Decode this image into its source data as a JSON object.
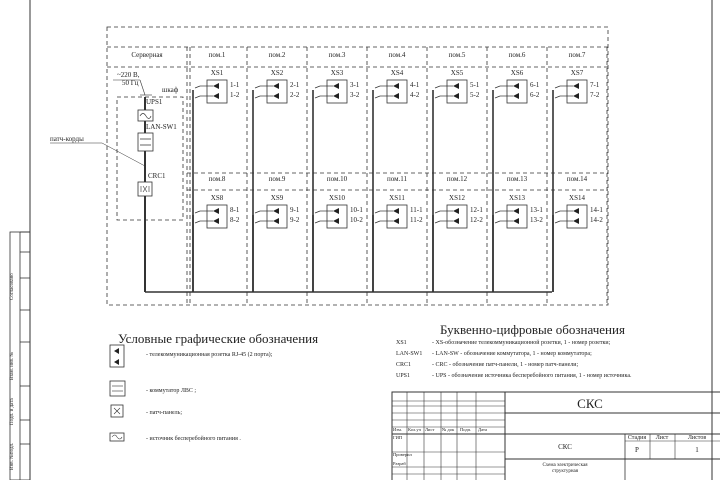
{
  "server": {
    "room": "Серверная",
    "power_line1": "~220 В,",
    "power_line2": "50 Гц",
    "cabinet": "шкаф",
    "ups": "UPS1",
    "switch": "LAN-SW1",
    "patch_panel": "CRC1",
    "patch_cords": "патч-корды"
  },
  "rooms_top": [
    {
      "room": "пом.1",
      "socket": "XS1",
      "ports": [
        "1-1",
        "1-2"
      ]
    },
    {
      "room": "пом.2",
      "socket": "XS2",
      "ports": [
        "2-1",
        "2-2"
      ]
    },
    {
      "room": "пом.3",
      "socket": "XS3",
      "ports": [
        "3-1",
        "3-2"
      ]
    },
    {
      "room": "пом.4",
      "socket": "XS4",
      "ports": [
        "4-1",
        "4-2"
      ]
    },
    {
      "room": "пом.5",
      "socket": "XS5",
      "ports": [
        "5-1",
        "5-2"
      ]
    },
    {
      "room": "пом.6",
      "socket": "XS6",
      "ports": [
        "6-1",
        "6-2"
      ]
    },
    {
      "room": "пом.7",
      "socket": "XS7",
      "ports": [
        "7-1",
        "7-2"
      ]
    }
  ],
  "rooms_bottom": [
    {
      "room": "пом.8",
      "socket": "XS8",
      "ports": [
        "8-1",
        "8-2"
      ]
    },
    {
      "room": "пом.9",
      "socket": "XS9",
      "ports": [
        "9-1",
        "9-2"
      ]
    },
    {
      "room": "пом.10",
      "socket": "XS10",
      "ports": [
        "10-1",
        "10-2"
      ]
    },
    {
      "room": "пом.11",
      "socket": "XS11",
      "ports": [
        "11-1",
        "11-2"
      ]
    },
    {
      "room": "пом.12",
      "socket": "XS12",
      "ports": [
        "12-1",
        "12-2"
      ]
    },
    {
      "room": "пом.13",
      "socket": "XS13",
      "ports": [
        "13-1",
        "13-2"
      ]
    },
    {
      "room": "пом.14",
      "socket": "XS14",
      "ports": [
        "14-1",
        "14-2"
      ]
    }
  ],
  "legend_graphic": {
    "title": "Условные графические обозначения",
    "items": [
      {
        "icon": "socket-icon",
        "text": "- телекоммуникационная розетка RJ-45 (2 порта);"
      },
      {
        "icon": "switch-icon",
        "text": "- коммутатор ЛВС ;"
      },
      {
        "icon": "patch-panel-icon",
        "text": "- патч-панель;"
      },
      {
        "icon": "ups-icon",
        "text": "- источник бесперебойного питания ."
      }
    ]
  },
  "legend_alnum": {
    "title": "Буквенно-цифровые обозначения",
    "items": [
      {
        "code": "XS1",
        "text": "- XS-обозначение телекоммуникационной розетки, 1 - номер розетки;"
      },
      {
        "code": "LAN-SW1",
        "text": "- LAN-SW - обозначение коммутатора, 1 - номер коммутатора;"
      },
      {
        "code": "CRC1",
        "text": "- CRC - обозначение патч-панели, 1 - номер патч-панели;"
      },
      {
        "code": "UPS1",
        "text": "- UPS - обозначение источника бесперебойного питания, 1 - номер источника."
      }
    ]
  },
  "title_block": {
    "project": "СКС",
    "name": "СКС",
    "drawing": "Схема электрическая",
    "drawing2": "структурная",
    "headers": [
      "Изм.",
      "Кол.уч",
      "Лист",
      "№ док",
      "Подп.",
      "Дата"
    ],
    "roles": [
      "ГИП",
      "Проверил",
      "Разраб"
    ],
    "stage_label": "Стадия",
    "sheet_label": "Лист",
    "sheets_label": "Листов",
    "stage": "Р",
    "sheets": "1"
  },
  "side_stamp": [
    "Согласовано",
    "Взам. инв. №",
    "Подп. и дата",
    "Инв. №подл."
  ]
}
